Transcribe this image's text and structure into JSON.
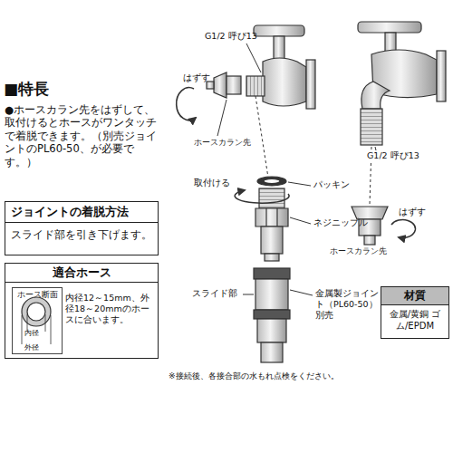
{
  "diagram": {
    "title": "■特長",
    "nodes": [
      {
        "text": [
          "ジョイントの着脱方法",
          "スライド部を引き下げます。"
        ]
      },
      {
        "text": [
          "適合ホース",
          "内径12～15mm、外径18～20mmのホースに合います。"
        ]
      },
      {
        "text": [
          "ホース断面"
        ],
        "in": 1
      },
      {
        "text": [
          "材質",
          "金属/黄銅 ゴム/EPDM"
        ]
      }
    ],
    "labels": [
      "●ホースカラン先をはずして、取付けるとホースがワンタッチで着脱できます。（別売ジョイントのPL60-50、が必要です。）",
      "はずす",
      "G1/2 呼び13",
      "ホースカラン先",
      "取付ける",
      "G1/2 呼び13",
      "パッキン",
      "はずす",
      "ネジニップル",
      "ホースカラン先",
      "スライド部",
      "金属製ジョイント（PL60-50）別売",
      "※接続後、各接合部の水もれ点検をください。",
      "内径",
      "外径"
    ]
  }
}
